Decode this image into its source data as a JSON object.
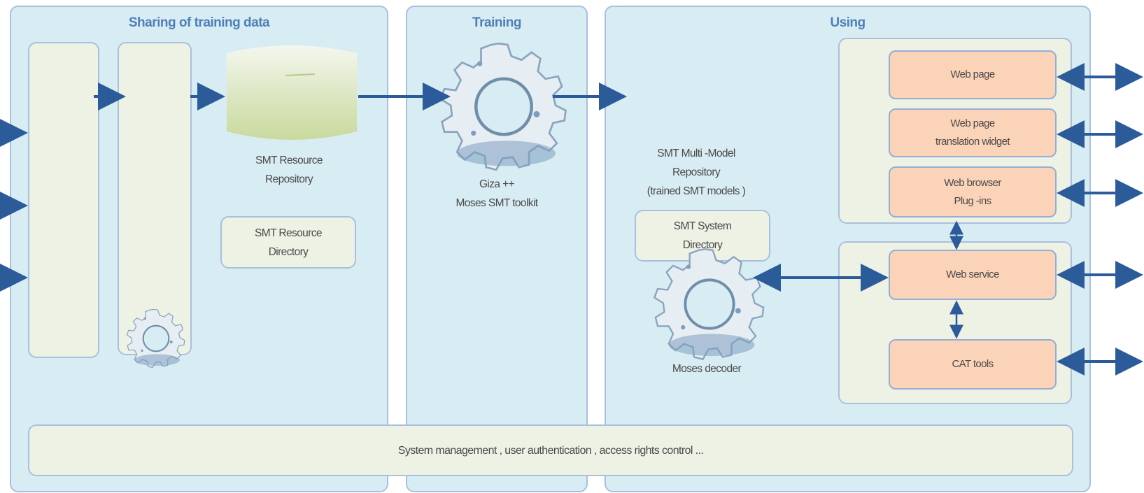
{
  "panels": {
    "sharing_title": "Sharing of training data",
    "training_title": "Training",
    "using_title": "Using"
  },
  "labels": {
    "resource_repository": "SMT Resource\nRepository",
    "resource_directory": "SMT Resource\nDirectory",
    "giza_moses": "Giza ++\nMoses SMT toolkit",
    "multi_model_repository": "SMT Multi -Model\nRepository\n(trained SMT models )",
    "system_directory": "SMT System\nDirectory",
    "moses_decoder": "Moses decoder",
    "system_management": "System management , user authentication , access rights control ..."
  },
  "channels": {
    "web_page": "Web page",
    "web_page_widget": "Web page\ntranslation widget",
    "web_browser_plugins": "Web browser\nPlug -ins",
    "web_service": "Web service",
    "cat_tools": "CAT tools"
  },
  "icons": [
    "gear-icon",
    "database-cylinder-icon",
    "arrow-icon"
  ],
  "colors": {
    "panel_bg": "#d8edf3",
    "panel_border": "#a9c0dc",
    "box_bg": "#eef2e4",
    "channel_bg": "#fbd3b8",
    "arrow": "#2c5b9a",
    "title": "#4f7fb6"
  }
}
